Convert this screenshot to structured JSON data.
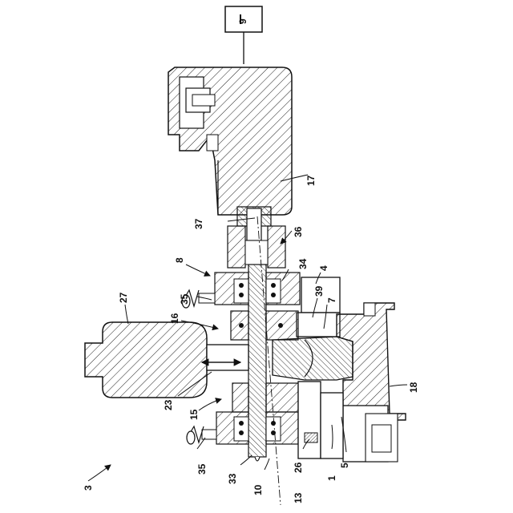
{
  "figure": {
    "box_label": "9",
    "labels": {
      "l3": "3",
      "l8": "8",
      "l35a": "35",
      "l27": "27",
      "l16": "16",
      "l23": "23",
      "l15": "15",
      "l35b": "35",
      "l33": "33",
      "l10": "10",
      "l13": "13",
      "l26": "26",
      "l1": "1",
      "l5": "5",
      "l18": "18",
      "l7": "7",
      "l39": "39",
      "l4": "4",
      "l34": "34",
      "l36": "36",
      "l37": "37",
      "l17": "17"
    }
  }
}
